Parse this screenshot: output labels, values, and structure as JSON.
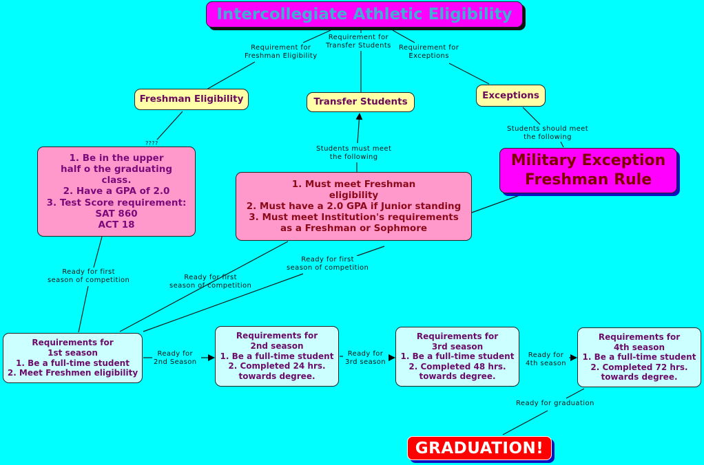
{
  "colors": {
    "background": "#00FFFF",
    "title_fill": "#FF00FF",
    "title_text": "#44AAD6",
    "concept_fill": "#FFFFA8",
    "detail_fill": "#FF99CC",
    "season_fill": "#CCFFFF",
    "graduation_fill": "#FF0000"
  },
  "title": "Intercollegiate Athletic Eligibility",
  "concepts": {
    "freshman": "Freshman Eligibility",
    "transfer": "Transfer Students",
    "exceptions": "Exceptions"
  },
  "link_labels": {
    "req_freshman": [
      "Requirement for",
      "Freshman Eligibility"
    ],
    "req_transfer": [
      "Requirement for",
      "Transfer Students"
    ],
    "req_exceptions": [
      "Requirement for",
      "Exceptions"
    ],
    "unknown": "????",
    "must_meet": [
      "Students must meet",
      "the following"
    ],
    "should_meet": [
      "Students should meet",
      "the following"
    ],
    "ready_first_a": [
      "Ready for first",
      "season of competition"
    ],
    "ready_first_b": [
      "Ready for first",
      "season of competition"
    ],
    "ready_first_c": [
      "Ready for first",
      "season of competition"
    ],
    "ready_2nd": [
      "Ready for",
      "2nd Season"
    ],
    "ready_3rd": [
      "Ready for",
      "3rd season"
    ],
    "ready_4th": [
      "Ready for",
      "4th season"
    ],
    "ready_grad": "Ready for graduation"
  },
  "freshman_requirements": [
    "1.  Be in the upper",
    "half o the graduating",
    "class.",
    "2.  Have a GPA of 2.0",
    "3.  Test Score requirement:",
    "SAT 860",
    "ACT 18"
  ],
  "transfer_requirements": [
    "1.  Must meet Freshman",
    "eligibility",
    "2.  Must have a 2.0 GPA if Junior standing",
    "3.  Must meet Institution's requirements",
    "as a Freshman or Sophmore"
  ],
  "military": [
    "Military Exception",
    "Freshman Rule"
  ],
  "seasons": [
    [
      "Requirements for",
      "1st season",
      "1.  Be a full-time student",
      "2.  Meet Freshmen eligibility"
    ],
    [
      "Requirements for",
      "2nd season",
      "1.  Be a full-time student",
      "2.  Completed 24 hrs.",
      "towards degree."
    ],
    [
      "Requirements for",
      "3rd season",
      "1.  Be a full-time student",
      "2. Completed 48 hrs.",
      "towards degree."
    ],
    [
      "Requirements for",
      "4th season",
      "1.  Be a full-time student",
      "2.  Completed 72 hrs.",
      "towards degree."
    ]
  ],
  "graduation": "GRADUATION!"
}
